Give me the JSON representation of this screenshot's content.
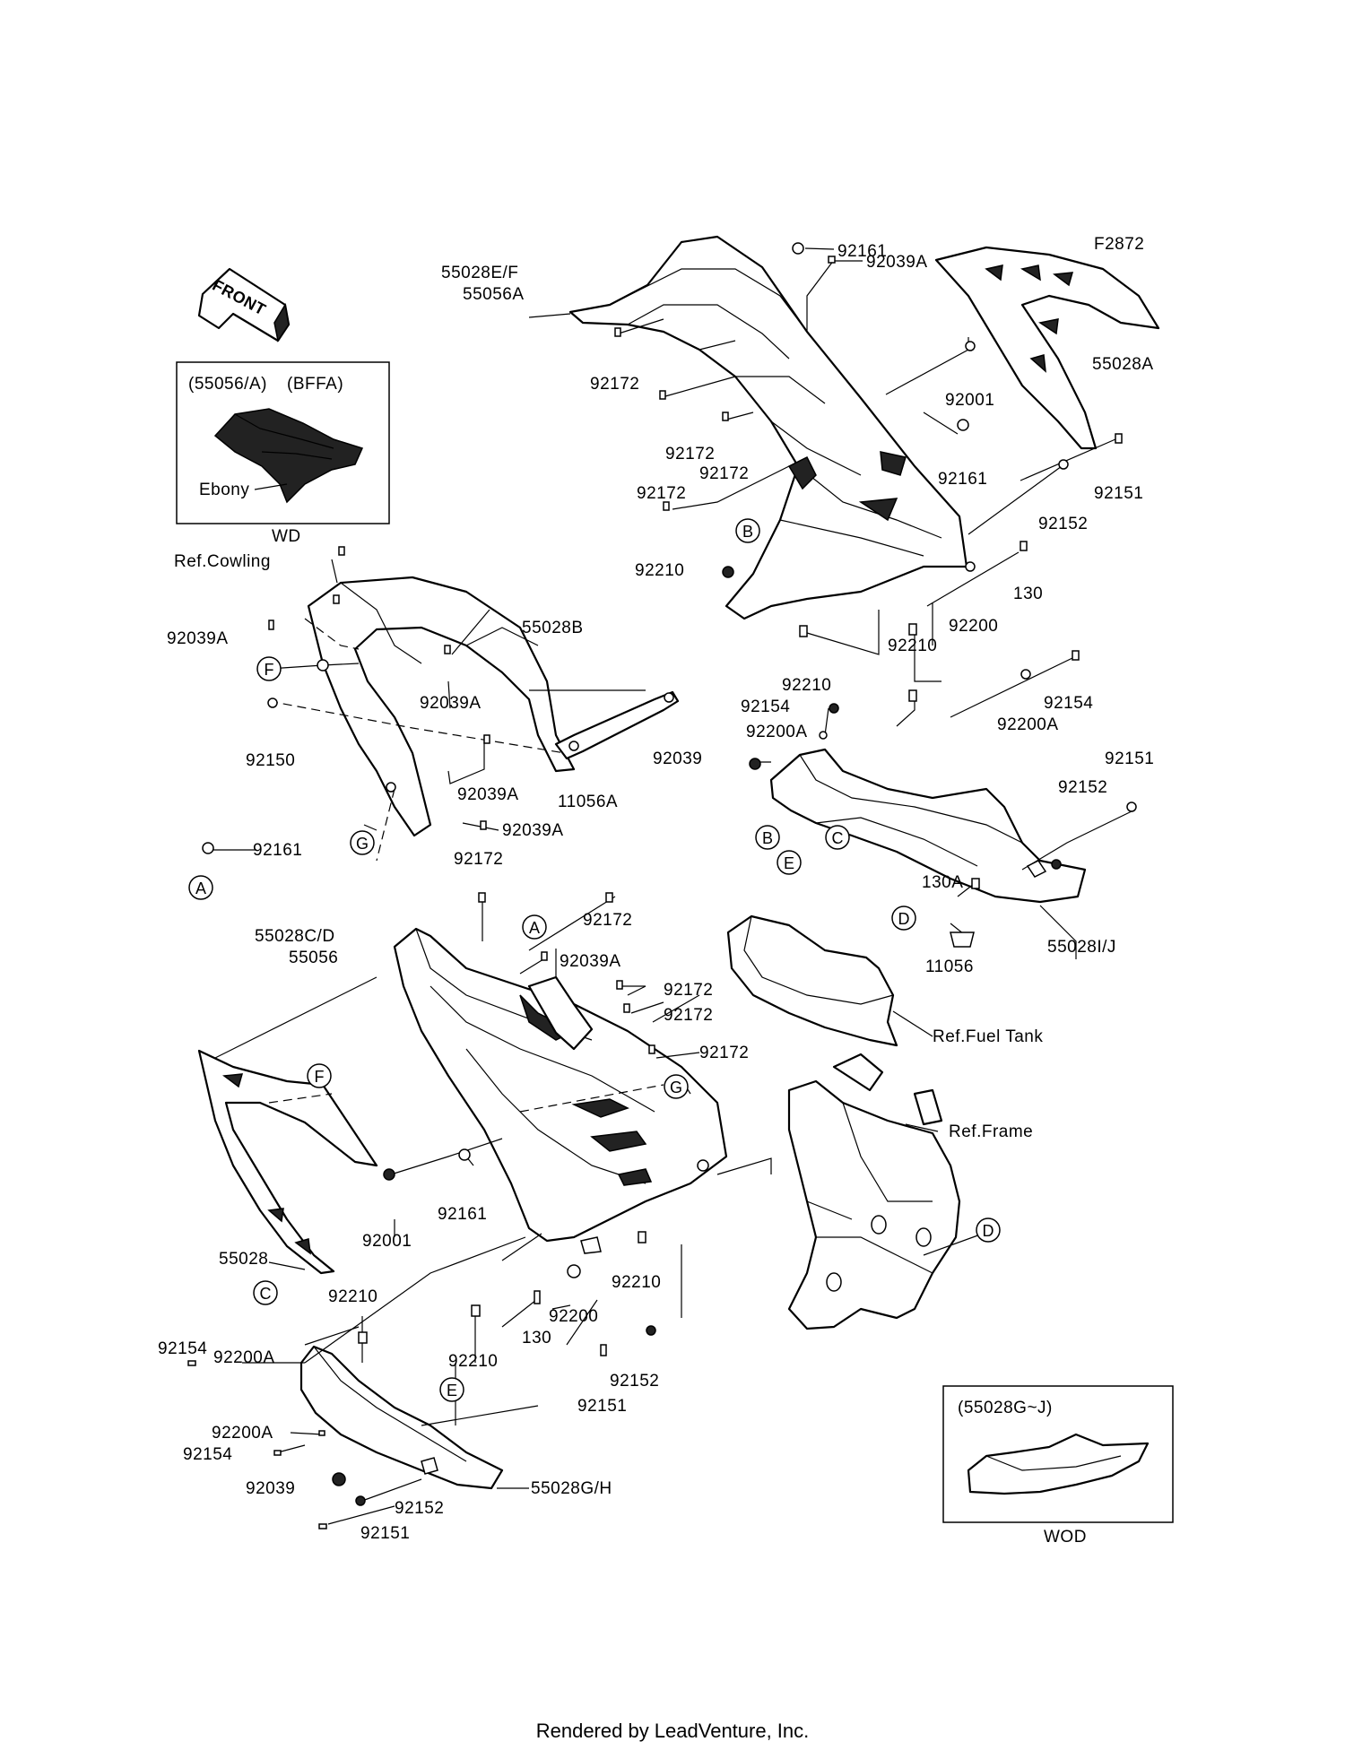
{
  "diagram_code": "F2872",
  "front_arrow_label": "FRONT",
  "inset_wd": {
    "header_left": "(55056/A)",
    "header_right": "(BFFA)",
    "color_label": "Ebony",
    "caption": "WD"
  },
  "inset_wod": {
    "header": "(55028G~J)",
    "caption": "WOD"
  },
  "labels": {
    "p55028EF": "55028E/F",
    "p55056A": "55056A",
    "p92161_top": "92161",
    "p92039A_top": "92039A",
    "p55028A": "55028A",
    "p92172_a": "92172",
    "p92172_b": "92172",
    "p92172_c": "92172",
    "p92172_d": "92172",
    "p92001_top": "92001",
    "p92161_mid": "92161",
    "p92152_top": "92152",
    "p92151_top": "92151",
    "p92210_top": "92210",
    "p130_top": "130",
    "p92200_top": "92200",
    "p92210_b": "92210",
    "p92210_c": "92210",
    "p92154_r1": "92154",
    "p92200A_r1": "92200A",
    "p92154_r2": "92154",
    "p92200A_r2": "92200A",
    "p92039_r": "92039",
    "p92151_r": "92151",
    "p92152_r": "92152",
    "p130A": "130A",
    "p11056": "11056",
    "p55028IJ": "55028I/J",
    "ref_cowling": "Ref.Cowling",
    "p55028B": "55028B",
    "p92039A_l1": "92039A",
    "p92039A_l2": "92039A",
    "p92150": "92150",
    "p92039A_l3": "92039A",
    "p11056A": "11056A",
    "p92039A_l4": "92039A",
    "p92161_l": "92161",
    "p92172_m1": "92172",
    "p92172_m2": "92172",
    "p55028CD": "55028C/D",
    "p55056": "55056",
    "p92039A_m": "92039A",
    "p92172_m3": "92172",
    "p92172_m4": "92172",
    "p92172_m5": "92172",
    "ref_fuel_tank": "Ref.Fuel Tank",
    "ref_frame": "Ref.Frame",
    "p55028": "55028",
    "p92001_b": "92001",
    "p92161_b": "92161",
    "p92210_b1": "92210",
    "p92210_b2": "92210",
    "p92200_b": "92200",
    "p130_b": "130",
    "p92210_b3": "92210",
    "p92200A_b1": "92200A",
    "p92154_b1": "92154",
    "p92152_b": "92152",
    "p92151_b": "92151",
    "p92200A_b2": "92200A",
    "p92154_b2": "92154",
    "p92039_b": "92039",
    "p55028GH": "55028G/H",
    "p92152_b2": "92152",
    "p92151_b2": "92151"
  },
  "callouts": {
    "A": "A",
    "B": "B",
    "C": "C",
    "D": "D",
    "E": "E",
    "F": "F",
    "G": "G"
  },
  "footer": "Rendered by LeadVenture, Inc."
}
